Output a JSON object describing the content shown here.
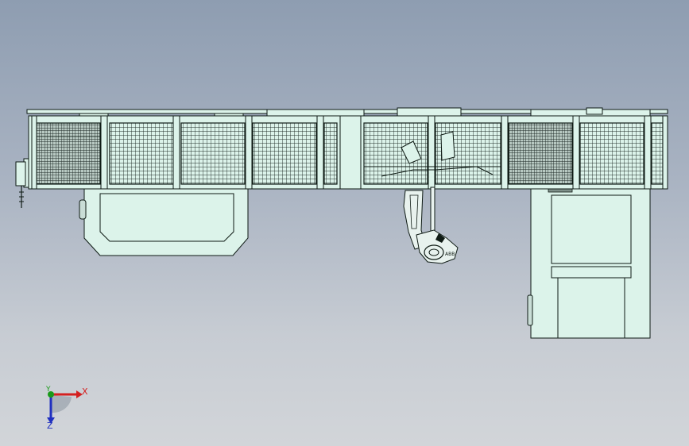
{
  "view": {
    "background_top": "#8e9db1",
    "background_bottom": "#d2d5d9"
  },
  "colors": {
    "part_fill": "#dcf3ea",
    "edge": "#0e1a14",
    "mesh": "#1c2824",
    "robot_fill": "#e8f2ee"
  },
  "axes": {
    "x_label": "X",
    "y_label": "Y",
    "z_label": "Z",
    "x_color": "#d42020",
    "y_color": "#1a9a1a",
    "z_color": "#2030c0"
  },
  "icons": {
    "triad": "coordinate-triad-icon"
  }
}
